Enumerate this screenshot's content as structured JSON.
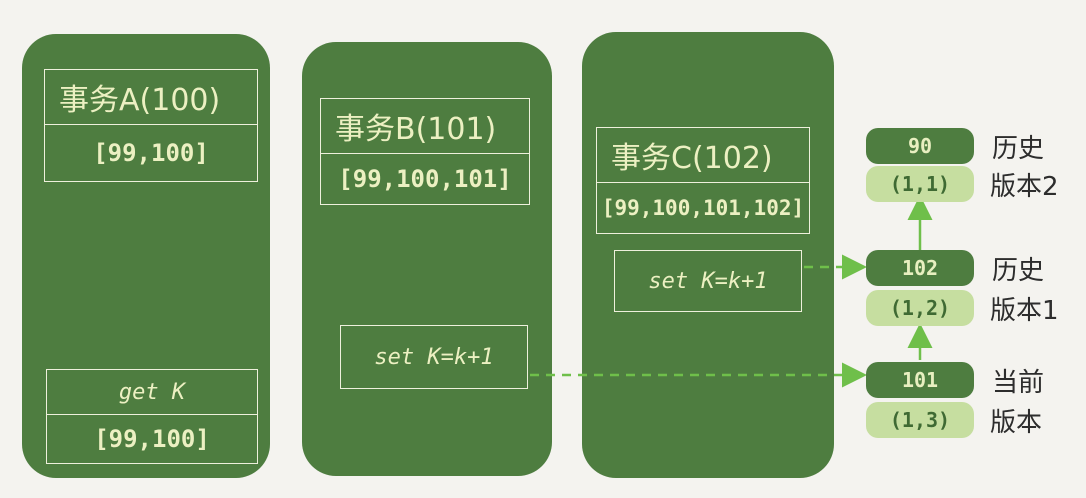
{
  "transactions": [
    {
      "title": "事务A(100)",
      "ids": "[99,100]",
      "op_top": "get K",
      "op_bottom": "[99,100]"
    },
    {
      "title": "事务B(101)",
      "ids": "[99,100,101]",
      "op": "set K=k+1"
    },
    {
      "title": "事务C(102)",
      "ids": "[99,100,101,102]",
      "op": "set K=k+1"
    }
  ],
  "versions": [
    {
      "value": "90",
      "range": "(1,1)",
      "label_line1": "历史",
      "label_line2": "版本2"
    },
    {
      "value": "102",
      "range": "(1,2)",
      "label_line1": "历史",
      "label_line2": "版本1"
    },
    {
      "value": "101",
      "range": "(1,3)",
      "label_line1": "当前",
      "label_line2": "版本"
    }
  ],
  "colors": {
    "dark_green": "#4e7d40",
    "light_green": "#c6dea0",
    "arrow": "#6fbf4a",
    "background": "#f4f3ef"
  }
}
